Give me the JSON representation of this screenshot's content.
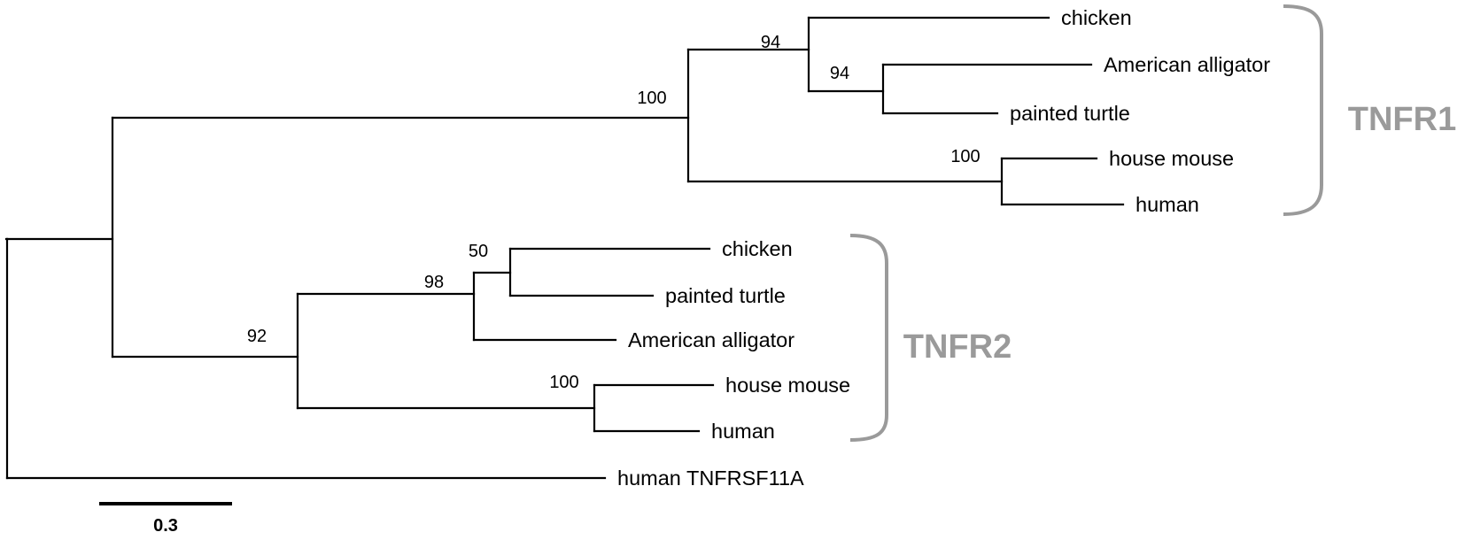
{
  "tree": {
    "leaves": {
      "l1": "chicken",
      "l2": "American alligator",
      "l3": "painted turtle",
      "l4": "house mouse",
      "l5": "human",
      "l6": "chicken",
      "l7": "painted turtle",
      "l8": "American alligator",
      "l9": "house mouse",
      "l10": "human",
      "l11": "human TNFRSF11A"
    },
    "bootstrap": {
      "b_tnfr1": "100",
      "b_bird_rep": "94",
      "b_all_turtle": "94",
      "b_mam1": "100",
      "b_tnfr2": "92",
      "b_sauro2": "98",
      "b_chick_turtle": "50",
      "b_mam2": "100"
    },
    "groups": {
      "tnfr1": "TNFR1",
      "tnfr2": "TNFR2"
    },
    "scale": {
      "label": "0.3",
      "value": 0.3
    },
    "colors": {
      "branch": "#000000",
      "group_label": "#9a9a9a"
    }
  }
}
